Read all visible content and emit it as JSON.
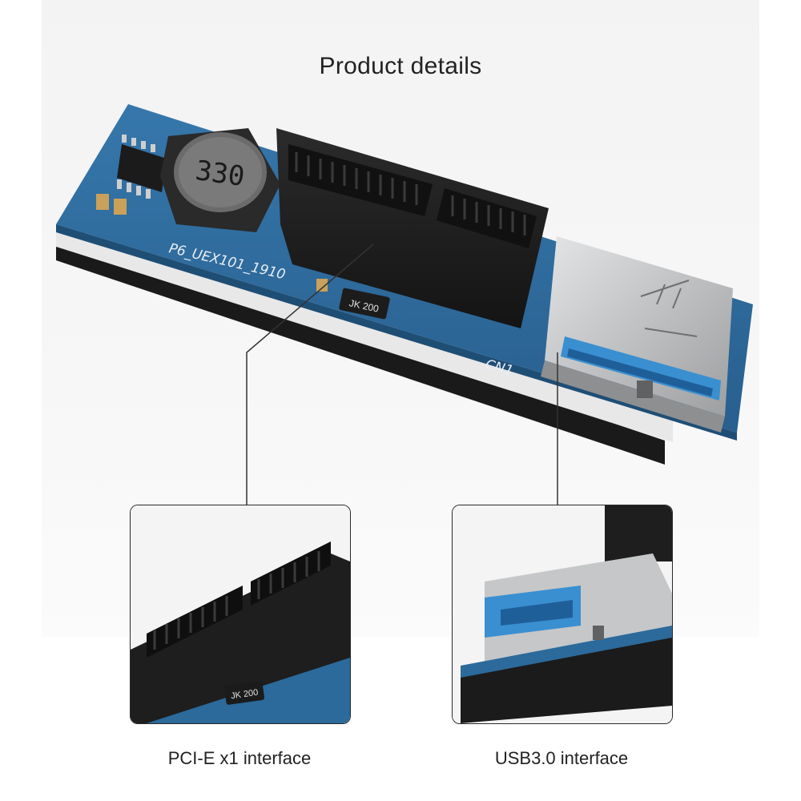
{
  "title": "Product details",
  "board": {
    "silk_model": "P6_UEX101_1910",
    "silk_connector": "CN1",
    "inductor_marking": "330",
    "resistor_marking": "JK 200"
  },
  "callouts": [
    {
      "label": "PCI-E x1 interface"
    },
    {
      "label": "USB3.0 interface"
    }
  ],
  "colors": {
    "pcb": "#2c6a9c",
    "pcb_dark": "#1d4f78",
    "slot": "#1e1e1e",
    "usb_blue": "#3a8fd0",
    "metal": "#c9cbcd"
  }
}
